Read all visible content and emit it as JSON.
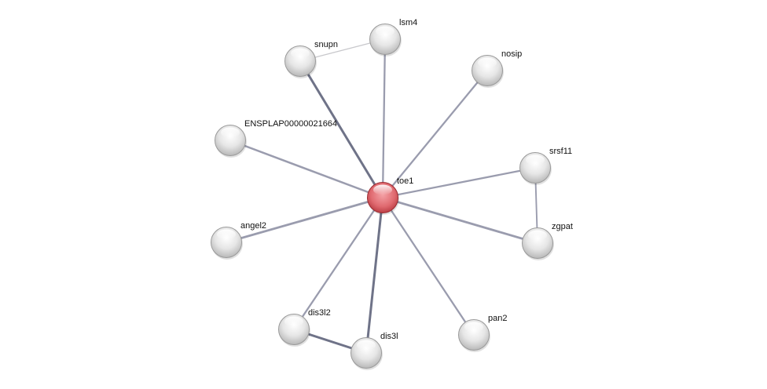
{
  "network": {
    "center_color": "#d9454f",
    "node_color": "#d8d8d8",
    "nodes": [
      {
        "id": "toe1",
        "label": "toe1",
        "query": true
      },
      {
        "id": "lsm4",
        "label": "lsm4"
      },
      {
        "id": "snupn",
        "label": "snupn"
      },
      {
        "id": "nosip",
        "label": "nosip"
      },
      {
        "id": "enspl",
        "label": "ENSPLAP00000021664"
      },
      {
        "id": "srsf11",
        "label": "srsf11"
      },
      {
        "id": "zgpat",
        "label": "zgpat"
      },
      {
        "id": "angel2",
        "label": "angel2"
      },
      {
        "id": "dis3l2",
        "label": "dis3l2"
      },
      {
        "id": "dis3l",
        "label": "dis3l"
      },
      {
        "id": "pan2",
        "label": "pan2"
      }
    ],
    "edges": [
      {
        "from": "toe1",
        "to": "lsm4",
        "strength": 0.6
      },
      {
        "from": "toe1",
        "to": "snupn",
        "strength": 0.9
      },
      {
        "from": "toe1",
        "to": "nosip",
        "strength": 0.6
      },
      {
        "from": "toe1",
        "to": "enspl",
        "strength": 0.7
      },
      {
        "from": "toe1",
        "to": "srsf11",
        "strength": 0.6
      },
      {
        "from": "toe1",
        "to": "zgpat",
        "strength": 0.8
      },
      {
        "from": "toe1",
        "to": "angel2",
        "strength": 0.8
      },
      {
        "from": "toe1",
        "to": "dis3l2",
        "strength": 0.6
      },
      {
        "from": "toe1",
        "to": "dis3l",
        "strength": 0.9
      },
      {
        "from": "toe1",
        "to": "pan2",
        "strength": 0.6
      },
      {
        "from": "snupn",
        "to": "lsm4",
        "strength": 0.2
      },
      {
        "from": "srsf11",
        "to": "zgpat",
        "strength": 0.4
      },
      {
        "from": "dis3l2",
        "to": "dis3l",
        "strength": 0.9
      }
    ]
  }
}
